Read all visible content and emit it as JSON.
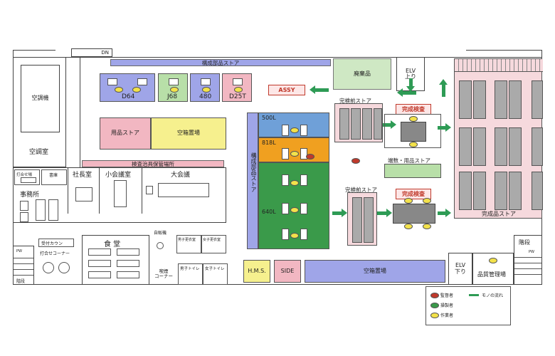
{
  "labels": {
    "dn": "DN",
    "parts_store_top": "構成部品ストア",
    "parts_store_vertical": "構成部品ストア",
    "disposal": "廃棄品",
    "elv_up": "ELV\n上り",
    "elv_down": "ELV\n下り",
    "assy": "ASSY",
    "d64": "D64",
    "j68": "J68",
    "n480": "480",
    "d25t": "D25T",
    "supplies_store": "用品ストア",
    "empty_box_top": "空箱置場",
    "inspection_tool": "検査治具保管場所",
    "ac_machine": "空調機",
    "ac_room": "空調室",
    "meeting_small_corner": "打合せ場",
    "warehouse": "書庫",
    "office": "事務所",
    "president": "社長室",
    "small_meeting": "小会議室",
    "big_meeting": "大会議",
    "line_500l": "500L",
    "line_818l": "818L",
    "line_640l": "640L",
    "pre_complete_store_1": "完検前ストア",
    "pre_complete_store_2": "完検前ストア",
    "final_inspection_1": "完成検査",
    "final_inspection_2": "完成検査",
    "packing_store": "端数・用品ストア",
    "product_store": "完成品ストア",
    "stairs_right": "階段",
    "quality": "品質管理場",
    "cafeteria": "食 堂",
    "vending": "自販機",
    "men_locker": "男子更衣室",
    "women_locker": "女子更衣室",
    "men_toilet": "男子トイレ",
    "women_toilet": "女子トイレ",
    "smoking": "喫煙\nコーナー",
    "reception": "受付カウン",
    "meeting_corner": "打合せコーナー",
    "hms": "H.M.S.",
    "side": "SIDE",
    "empty_box_bottom": "空箱置場",
    "stairs_left": "階段",
    "pw_left": "PW",
    "pw_right": "PW"
  },
  "legend": {
    "manager": "監督者",
    "operator": "操製者",
    "worker": "作業者",
    "flow": "モノの流れ"
  },
  "colors": {
    "lavender": "#9fa5e8",
    "green_cell": "#b8dfa8",
    "pink": "#f2b7c2",
    "yellow": "#f6f08e",
    "light_pink": "#f6d9dd",
    "blue_line": "#6fa0d8",
    "orange_line": "#f0a020",
    "green_line": "#3a9a4a",
    "flow": "#2e9b55"
  }
}
